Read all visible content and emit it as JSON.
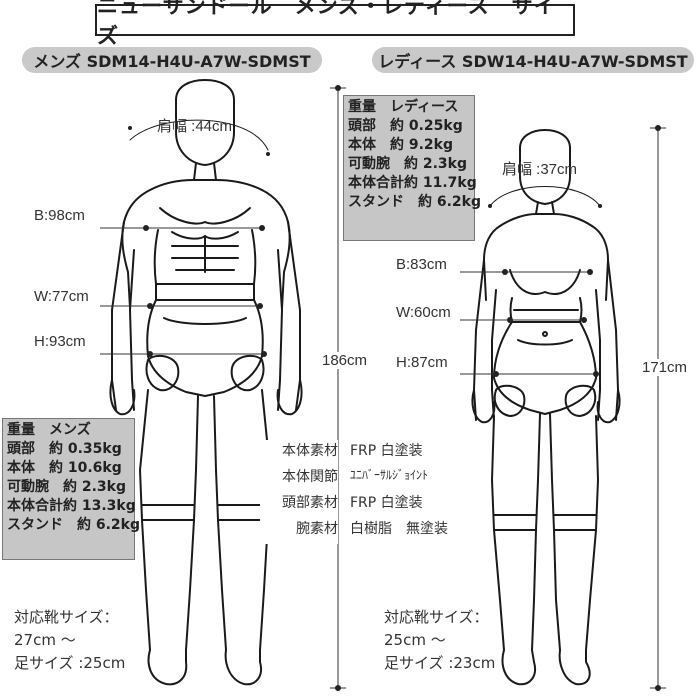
{
  "title": "ニューサンドール　メンズ・レディース　サイズ",
  "mens": {
    "header": "メンズ SDM14-H4U-A7W-SDMST",
    "shoulder": "肩幅 :44cm",
    "bust": "B:98cm",
    "waist": "W:77cm",
    "hip": "H:93cm",
    "height": "186cm",
    "weights": [
      "重量　メンズ",
      "頭部　約 0.35kg",
      "本体　約 10.6kg",
      "可動腕　約 2.3kg",
      "本体合計約 13.3kg",
      "スタンド　約 6.2kg"
    ],
    "shoe_title": "対応靴サイズ：",
    "shoe_size": "27cm ～",
    "foot_size": "足サイズ :25cm"
  },
  "ladies": {
    "header": "レディース SDW14-H4U-A7W-SDMST",
    "shoulder": "肩幅 :37cm",
    "bust": "B:83cm",
    "waist": "W:60cm",
    "hip": "H:87cm",
    "height": "171cm",
    "weights": [
      "重量　レディース",
      "頭部　約 0.25kg",
      "本体　約 9.2kg",
      "可動腕　約 2.3kg",
      "本体合計約 11.7kg",
      "スタンド　約 6.2kg"
    ],
    "shoe_title": "対応靴サイズ：",
    "shoe_size": "25cm ～",
    "foot_size": "足サイズ :23cm"
  },
  "materials": [
    {
      "label": "本体素材",
      "value": "FRP 白塗装"
    },
    {
      "label": "本体関節",
      "value": "ﾕﾆﾊﾞｰｻﾙｼﾞｮｲﾝﾄ"
    },
    {
      "label": "頭部素材",
      "value": "FRP 白塗装"
    },
    {
      "label": "腕素材",
      "value": "白樹脂　無塗装"
    }
  ]
}
